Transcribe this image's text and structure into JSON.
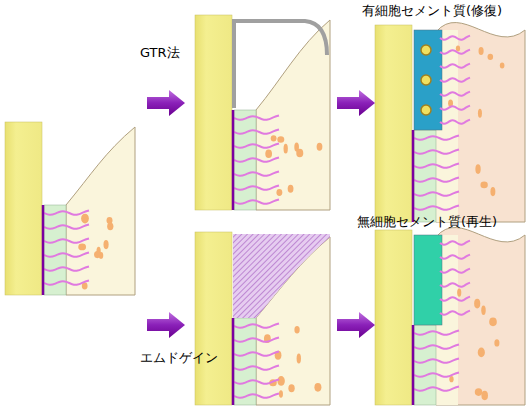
{
  "diagram": {
    "labels": [
      "有細胞セメント質(修復)",
      "GTR法",
      "無細胞セメント質(再生)",
      "エムドゲイン"
    ]
  }
}
